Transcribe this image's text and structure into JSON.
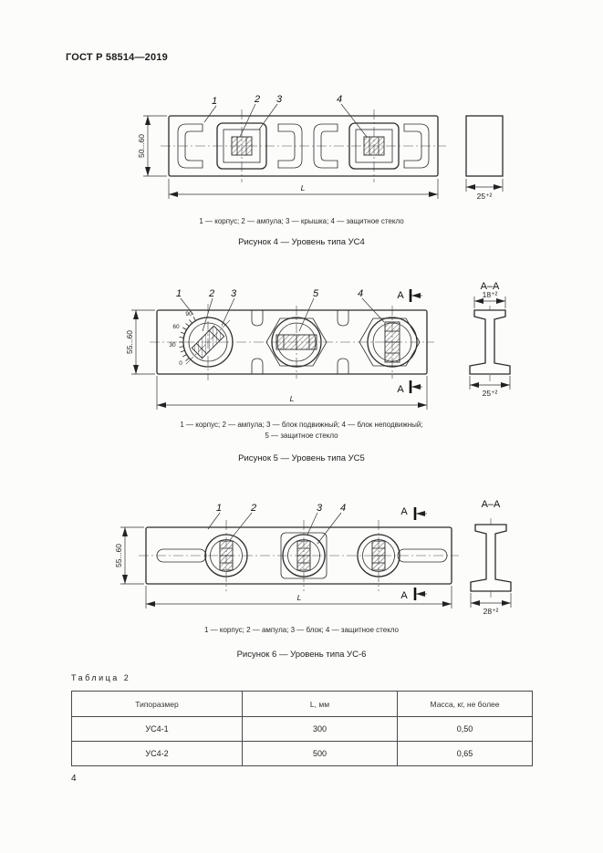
{
  "doc": {
    "header": "ГОСТ Р 58514—2019",
    "page_number": "4"
  },
  "fig4": {
    "callouts": [
      "1",
      "2",
      "3",
      "4"
    ],
    "dim_height": "50...60",
    "dim_length": "L",
    "dim_width": "25⁺²",
    "legend": "1 — корпус; 2 — ампула; 3 — крышка; 4 — защитное стекло",
    "caption": "Рисунок 4 — Уровень типа УС4"
  },
  "fig5": {
    "section_title": "А–А",
    "section_mark": "А",
    "callouts": [
      "1",
      "2",
      "3",
      "5",
      "4"
    ],
    "scale_labels": [
      "0",
      "30",
      "60",
      "90"
    ],
    "dim_height": "55...60",
    "dim_length": "L",
    "dim_flange_top": "18⁺²",
    "dim_flange_bottom": "25⁺²",
    "legend": "1 — корпус; 2 — ампула; 3 — блок подвижный; 4 — блок неподвижный;\n5 — защитное стекло",
    "caption": "Рисунок 5 — Уровень типа УС5"
  },
  "fig6": {
    "section_title": "А–А",
    "section_mark": "А",
    "callouts": [
      "1",
      "2",
      "3",
      "4"
    ],
    "dim_height": "55...60",
    "dim_length": "L",
    "dim_flange_bottom": "28⁺²",
    "legend": "1 — корпус; 2 — ампула; 3 — блок; 4 — защитное стекло",
    "caption": "Рисунок 6 — Уровень типа УС-6"
  },
  "table": {
    "title": "Таблица 2",
    "headers": [
      "Типоразмер",
      "L, мм",
      "Масса, кг, не более"
    ],
    "rows": [
      {
        "size": "УС4-1",
        "length": "300",
        "mass": "0,50"
      },
      {
        "size": "УС4-2",
        "length": "500",
        "mass": "0,65"
      }
    ]
  }
}
